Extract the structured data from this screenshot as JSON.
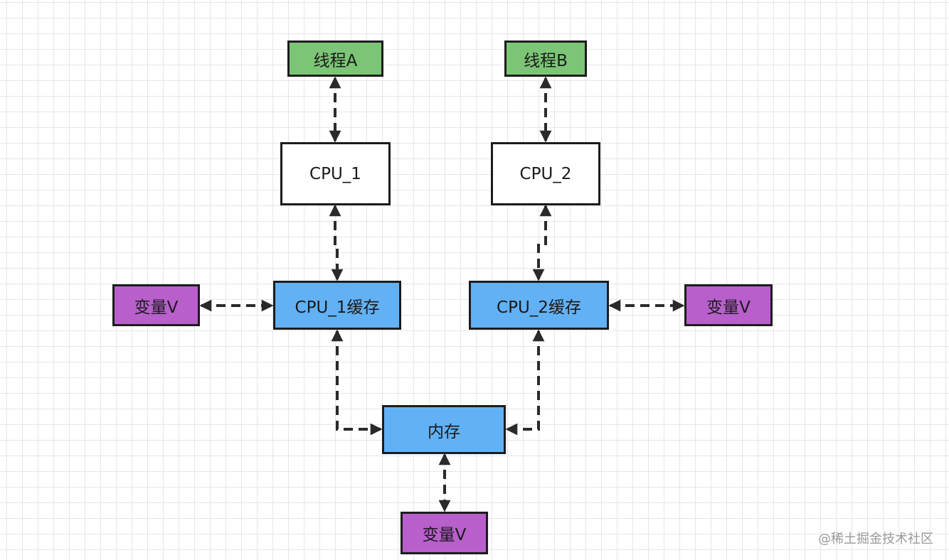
{
  "nodes": {
    "thread_a": "线程A",
    "thread_b": "线程B",
    "cpu_1": "CPU_1",
    "cpu_2": "CPU_2",
    "cpu_1_cache": "CPU_1缓存",
    "cpu_2_cache": "CPU_2缓存",
    "memory": "内存",
    "var_left": "变量V",
    "var_right": "变量V",
    "var_bottom": "变量V"
  },
  "watermark": "@稀土掘金技术社区",
  "colors": {
    "thread": "#7cc576",
    "cpu": "#ffffff",
    "cache": "#62b1f5",
    "memory": "#62b1f5",
    "variable": "#b85fcc",
    "arrow": "#2a2a2a"
  },
  "edges": [
    {
      "from": "thread_a",
      "to": "cpu_1",
      "style": "dashed",
      "bidirectional": true
    },
    {
      "from": "thread_b",
      "to": "cpu_2",
      "style": "dashed",
      "bidirectional": true
    },
    {
      "from": "cpu_1",
      "to": "cpu_1_cache",
      "style": "dashed",
      "bidirectional": true
    },
    {
      "from": "cpu_2",
      "to": "cpu_2_cache",
      "style": "dashed",
      "bidirectional": true
    },
    {
      "from": "var_left",
      "to": "cpu_1_cache",
      "style": "dashed",
      "bidirectional": true
    },
    {
      "from": "cpu_2_cache",
      "to": "var_right",
      "style": "dashed",
      "bidirectional": true
    },
    {
      "from": "cpu_1_cache",
      "to": "memory",
      "style": "dashed",
      "bidirectional": true
    },
    {
      "from": "cpu_2_cache",
      "to": "memory",
      "style": "dashed",
      "bidirectional": true
    },
    {
      "from": "memory",
      "to": "var_bottom",
      "style": "dashed",
      "bidirectional": true
    }
  ]
}
